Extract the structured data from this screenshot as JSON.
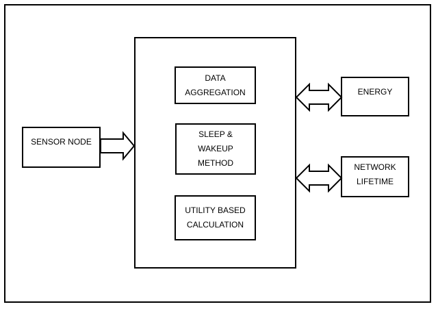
{
  "diagram": {
    "sensor_node": "SENSOR NODE",
    "inner_blocks": [
      [
        "DATA",
        "AGGREGATION"
      ],
      [
        "SLEEP &",
        "WAKEUP",
        "METHOD"
      ],
      [
        "UTILITY BASED",
        "CALCULATION"
      ]
    ],
    "outputs": {
      "energy": "ENERGY",
      "network_lifetime": [
        "NETWORK",
        "LIFETIME"
      ]
    }
  }
}
